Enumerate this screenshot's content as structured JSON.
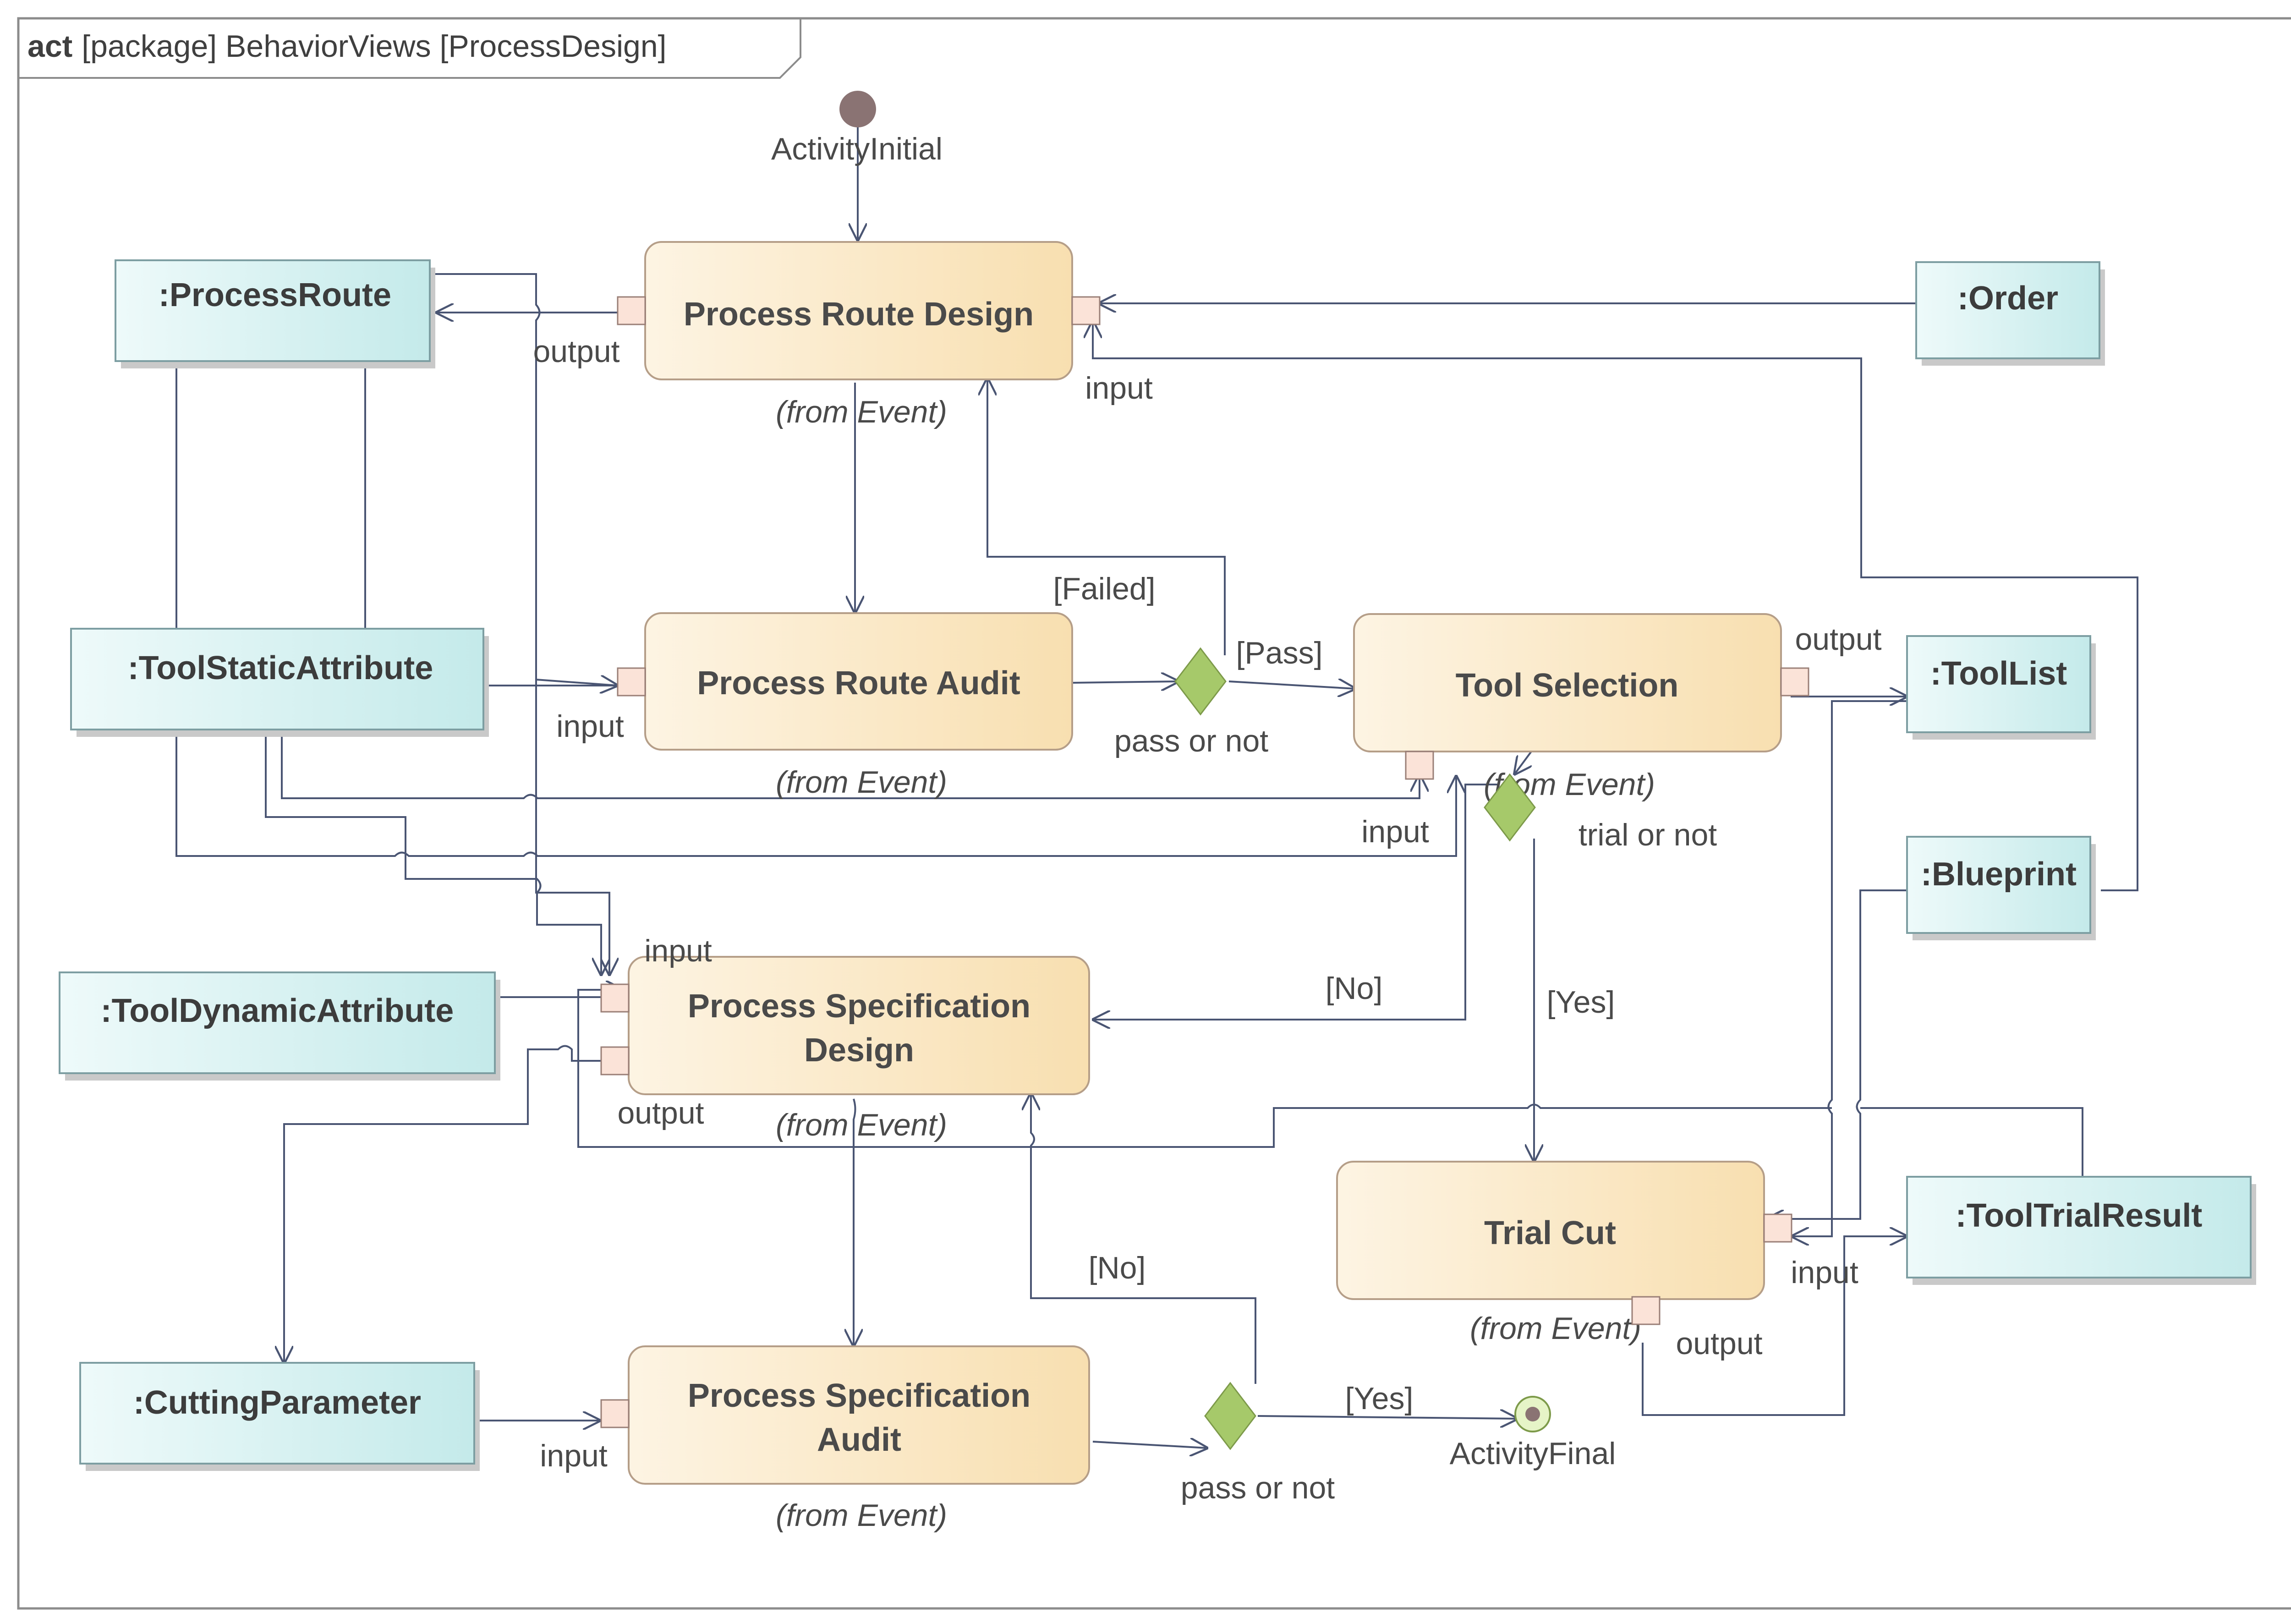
{
  "frame": {
    "keyword": "act",
    "title": "[package] BehaviorViews [ProcessDesign]"
  },
  "colors": {
    "edge": "#4a5573",
    "action_fill_left": "#fdf4e3",
    "action_fill_right": "#f8dfb0",
    "object_fill_left": "#eefafa",
    "object_fill_right": "#c4eaea",
    "decision": "#a6c96a",
    "pin": "#fbe3d8",
    "initial_node": "#8a7373"
  },
  "nodes": {
    "initial": {
      "label": "ActivityInitial"
    },
    "final": {
      "label": "ActivityFinal"
    }
  },
  "actions": {
    "process_route_design": {
      "line1": "Process Route Design",
      "from": "(from Event)"
    },
    "process_route_audit": {
      "line1": "Process Route Audit",
      "from": "(from Event)"
    },
    "tool_selection": {
      "line1": "Tool Selection",
      "from": "(from Event)"
    },
    "process_spec_design": {
      "line1": "Process Specification",
      "line2": "Design",
      "from": "(from Event)"
    },
    "process_spec_audit": {
      "line1": "Process Specification",
      "line2": "Audit",
      "from": "(from Event)"
    },
    "trial_cut": {
      "line1": "Trial Cut",
      "from": "(from Event)"
    }
  },
  "objects": {
    "process_route": ":ProcessRoute",
    "order": ":Order",
    "tool_static": ":ToolStaticAttribute",
    "tool_list": ":ToolList",
    "blueprint": ":Blueprint",
    "tool_dynamic": ":ToolDynamicAttribute",
    "tool_trial_result": ":ToolTrialResult",
    "cutting_parameter": ":CuttingParameter"
  },
  "pins": {
    "output": "output",
    "input": "input"
  },
  "decisions": {
    "route_pass": "pass or not",
    "trial": "trial or not",
    "spec_pass": "pass or not"
  },
  "guards": {
    "failed": "[Failed]",
    "pass": "[Pass]",
    "no_trial": "[No]",
    "yes_trial": "[Yes]",
    "no_spec": "[No]",
    "yes_spec": "[Yes]"
  }
}
